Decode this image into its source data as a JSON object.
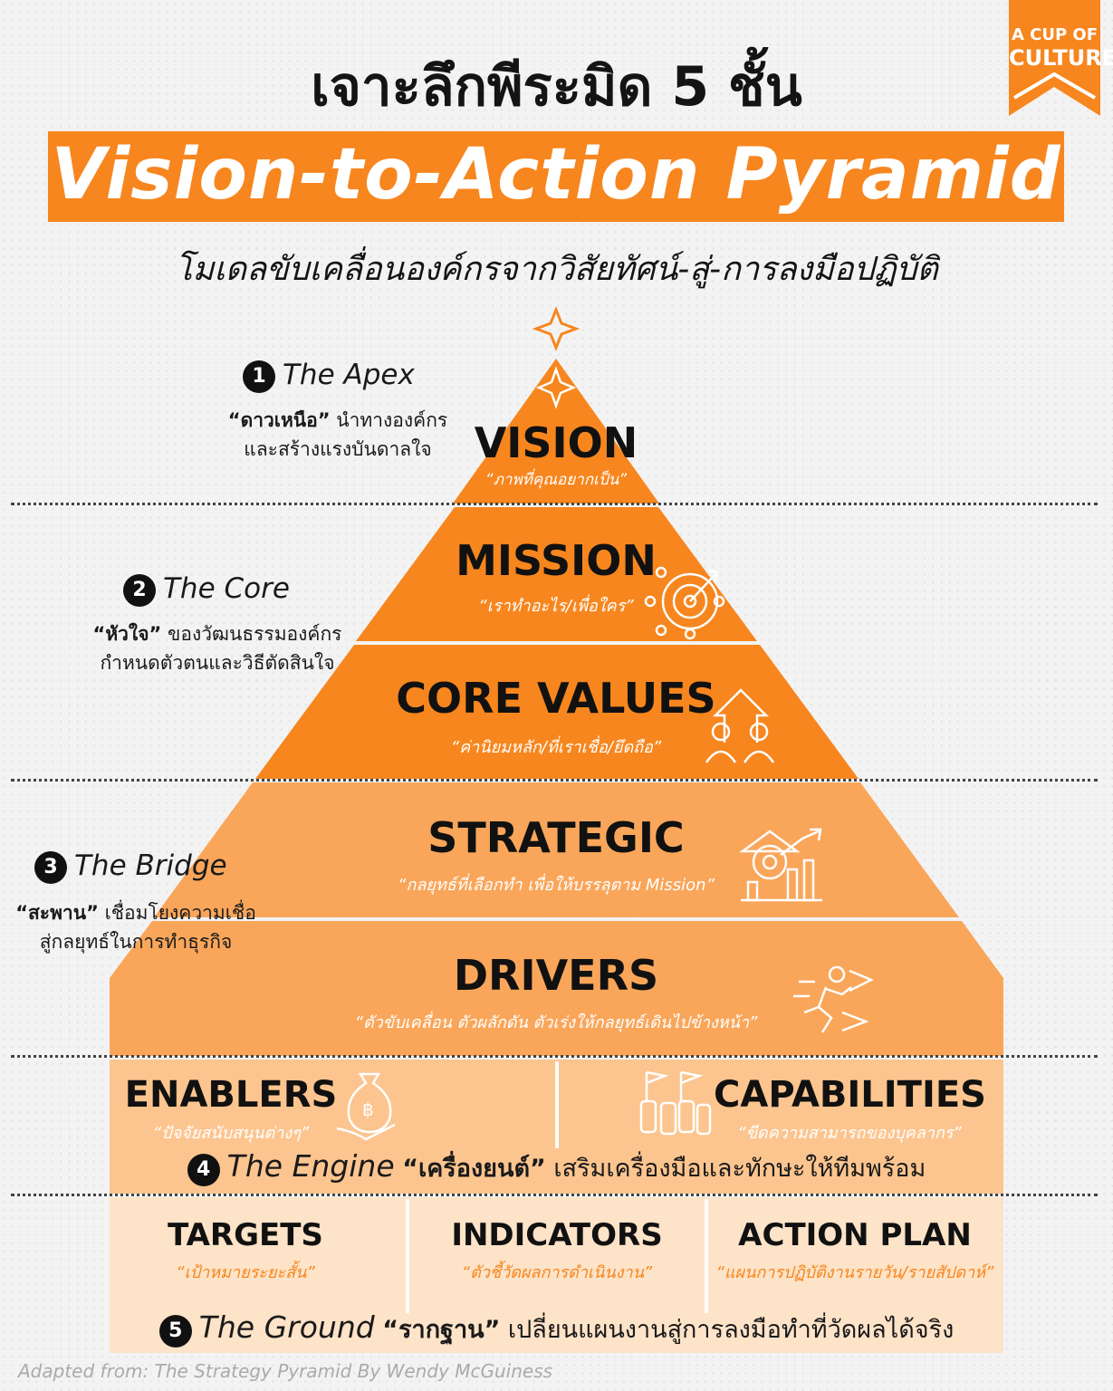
{
  "brand": {
    "logo_line1": "A CUP OF",
    "logo_line2": "CULTURE"
  },
  "header": {
    "title_th": "เจาะลึกพีระมิด 5 ชั้น",
    "title_en": "Vision-to-Action Pyramid",
    "subtitle": "โมเดลขับเคลื่อนองค์กรจากวิสัยทัศน์-สู่-การลงมือปฏิบัติ"
  },
  "sections": [
    {
      "num": "1",
      "name": "The Apex",
      "desc_bold": "“ดาวเหนือ”",
      "desc": " นำทางองค์กร",
      "desc2": "และสร้างแรงบันดาลใจ"
    },
    {
      "num": "2",
      "name": "The Core",
      "desc_bold": "“หัวใจ”",
      "desc": " ของวัฒนธรรมองค์กร",
      "desc2": "กำหนดตัวตนและวิธีตัดสินใจ"
    },
    {
      "num": "3",
      "name": "The Bridge",
      "desc_bold": "“สะพาน”",
      "desc": " เชื่อมโยงความเชื่อ",
      "desc2": "สู่กลยุทธ์ในการทำธุรกิจ"
    },
    {
      "num": "4",
      "name": "The Engine",
      "desc_bold": "“เครื่องยนต์”",
      "desc": " เสริมเครื่องมือและทักษะให้ทีมพร้อม"
    },
    {
      "num": "5",
      "name": "The Ground",
      "desc_bold": "“รากฐาน”",
      "desc": " เปลี่ยนแผนงานสู่การลงมือทำที่วัดผลได้จริง"
    }
  ],
  "layers": {
    "vision": {
      "title": "VISION",
      "sub": "“ภาพที่คุณอยากเป็น”"
    },
    "mission": {
      "title": "MISSION",
      "sub": "“เราทำอะไร/เพื่อใคร”"
    },
    "core_values": {
      "title": "CORE VALUES",
      "sub": "“ค่านิยมหลัก/ที่เราเชื่อ/ยึดถือ”"
    },
    "strategic": {
      "title": "STRATEGIC",
      "sub": "“กลยุทธ์ที่เลือกทำ เพื่อให้บรรลุตาม Mission”"
    },
    "drivers": {
      "title": "DRIVERS",
      "sub": "“ตัวขับเคลื่อน ตัวผลักดัน  ตัวเร่งให้กลยุทธ์เดินไปข้างหน้า”"
    },
    "enablers": {
      "title": "ENABLERS",
      "sub": "“ปัจจัยสนับสนุนต่างๆ”"
    },
    "capabilities": {
      "title": "CAPABILITIES",
      "sub": "“ขีดความสามารถของบุคลากร”"
    },
    "targets": {
      "title": "TARGETS",
      "sub": "“เป้าหมายระยะสั้น”"
    },
    "indicators": {
      "title": "INDICATORS",
      "sub": "“ตัวชี้วัดผลการดำเนินงาน”"
    },
    "action_plan": {
      "title": "ACTION PLAN",
      "sub": "“แผนการปฏิบัติงานรายวัน/รายสัปดาห์”"
    }
  },
  "colors": {
    "top": "#f7861e",
    "mid": "#f9a65a",
    "engine": "#fcc58f",
    "ground": "#fde3c8"
  },
  "credit": "Adapted from: The Strategy Pyramid By Wendy McGuiness"
}
